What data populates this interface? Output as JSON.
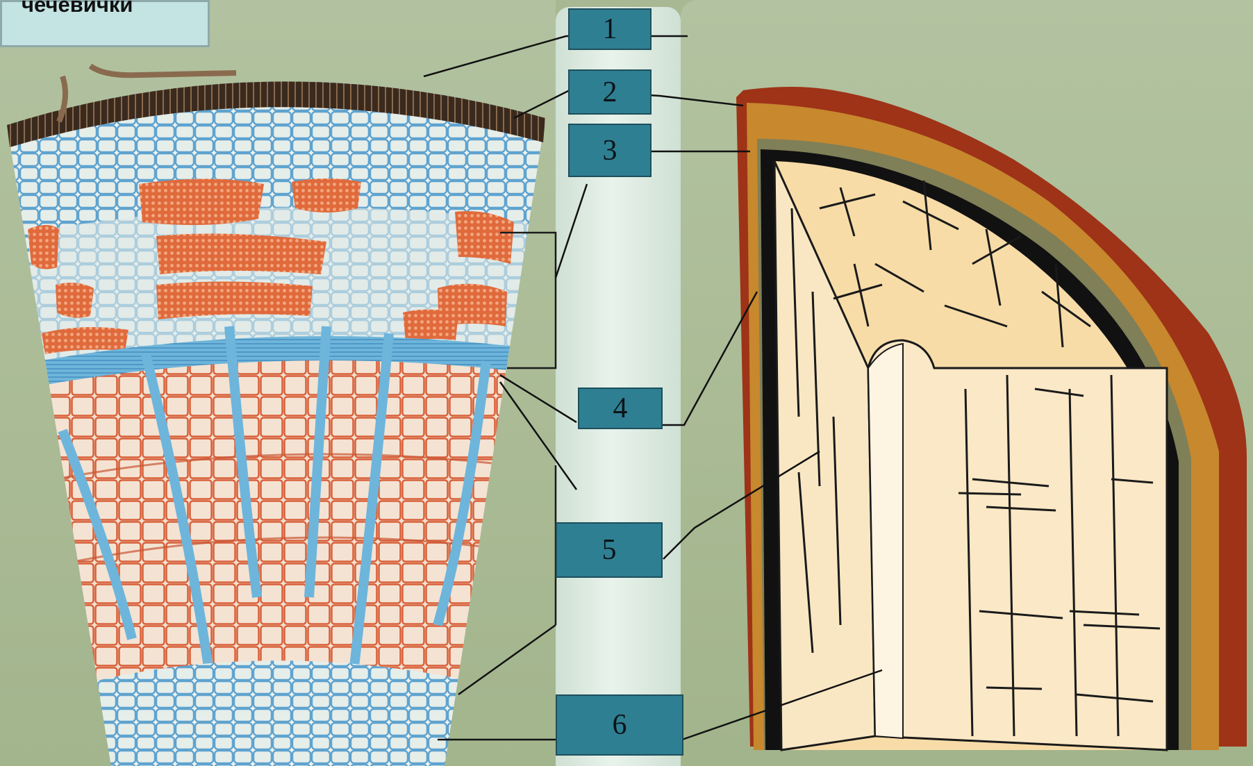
{
  "caption": "чечевички",
  "labels": [
    "1",
    "2",
    "3",
    "4",
    "5",
    "6"
  ]
}
